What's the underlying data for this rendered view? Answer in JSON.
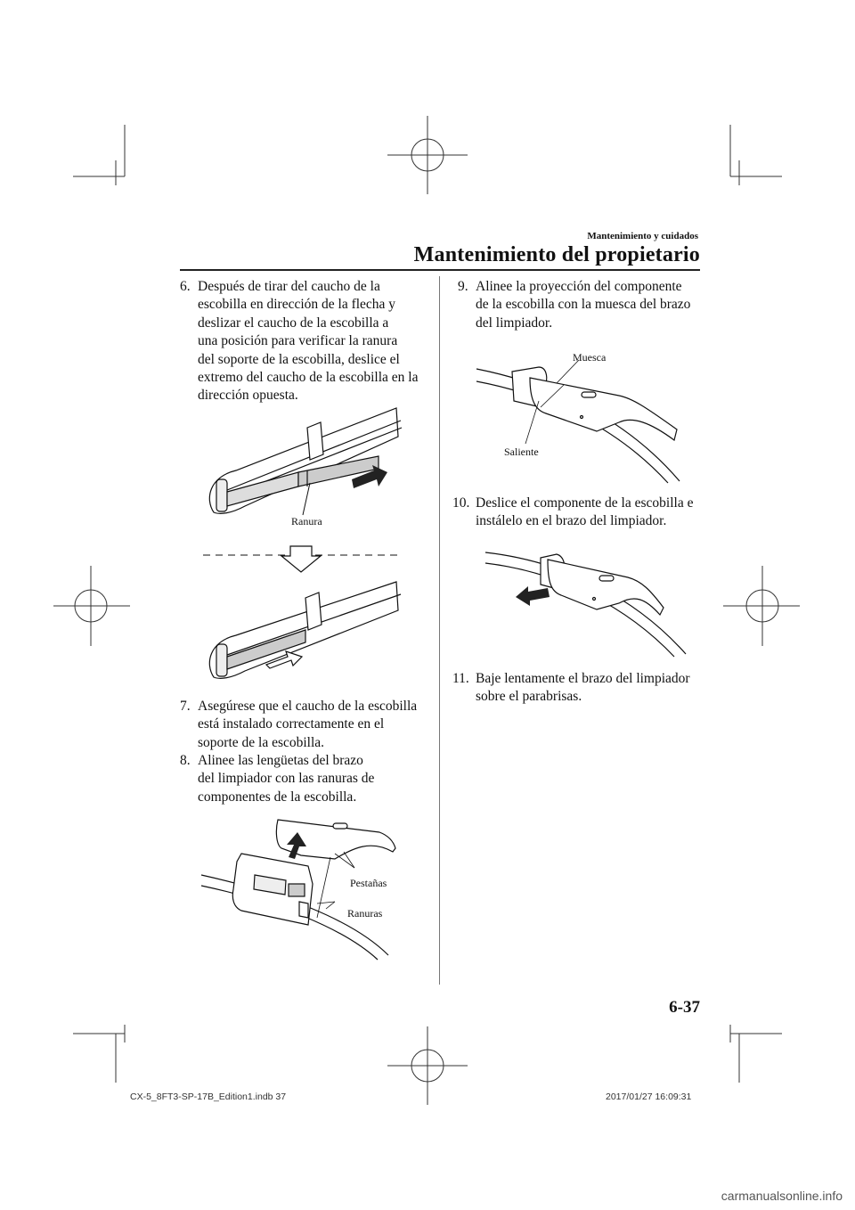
{
  "header": {
    "section": "Mantenimiento y cuidados",
    "chapter": "Mantenimiento del propietario"
  },
  "steps": [
    {
      "num": "6.",
      "lines": [
        "Después de tirar del caucho de la",
        "escobilla en dirección de la flecha y",
        "deslizar el caucho de la escobilla a",
        "una posición para verificar la ranura",
        "del soporte de la escobilla, deslice el",
        "extremo del caucho de la escobilla en la",
        "dirección opuesta."
      ]
    },
    {
      "num": "7.",
      "lines": [
        "Asegúrese que el caucho de la escobilla",
        "está instalado correctamente en el",
        "soporte de la escobilla."
      ]
    },
    {
      "num": "8.",
      "lines": [
        "Alinee las lengüetas del brazo",
        "del limpiador con las ranuras de",
        "componentes de la escobilla."
      ]
    },
    {
      "num": "9.",
      "lines": [
        "Alinee la proyección del componente",
        "de la escobilla con la muesca del brazo",
        "del limpiador."
      ]
    },
    {
      "num": "10.",
      "lines": [
        "Deslice el componente de la escobilla e",
        "instálelo en el brazo del limpiador."
      ]
    },
    {
      "num": "11.",
      "lines": [
        "Baje lentamente el brazo del limpiador",
        "sobre el parabrisas."
      ]
    }
  ],
  "labels": {
    "ranura": "Ranura",
    "pestanas": "Pestañas",
    "ranuras": "Ranuras",
    "muesca": "Muesca",
    "saliente": "Saliente"
  },
  "page_number": "6-37",
  "footer": {
    "file": "CX-5_8FT3-SP-17B_Edition1.indb   37",
    "timestamp": "2017/01/27   16:09:31"
  },
  "watermark": "carmanualsonline.info"
}
